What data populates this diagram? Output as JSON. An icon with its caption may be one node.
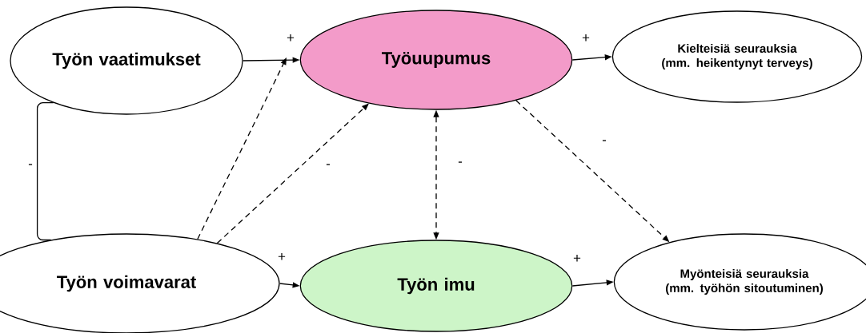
{
  "diagram": {
    "nodes": [
      {
        "text": [
          "Työn vaatimukset"
        ]
      },
      {
        "text": [
          "Työuupumus"
        ]
      },
      {
        "text": [
          "Kielteisiä seurauksia (mm. heikentynyt terveys)"
        ]
      },
      {
        "text": [
          "Työn voimavarat"
        ]
      },
      {
        "text": [
          "Työn imu"
        ]
      },
      {
        "text": [
          "Myönteisiä seurauksia (mm. työhön sitoutuminen)"
        ]
      }
    ],
    "edges": [
      {
        "from": 0,
        "to": 1,
        "arrow": "to",
        "label": "+"
      },
      {
        "from": 1,
        "to": 2,
        "arrow": "to",
        "label": "+"
      },
      {
        "from": 3,
        "to": 4,
        "arrow": "to",
        "label": "+"
      },
      {
        "from": 4,
        "to": 5,
        "arrow": "to",
        "label": "+"
      },
      {
        "from": 0,
        "to": 3,
        "arrow": "none",
        "label": "-"
      },
      {
        "from": 3,
        "to": null,
        "arrow": "to",
        "style": "dashed"
      },
      {
        "from": 3,
        "to": 1,
        "arrow": "to",
        "style": "dashed",
        "label": "-"
      },
      {
        "from": 1,
        "to": 4,
        "arrow": "both",
        "style": "dashed",
        "label": "-"
      },
      {
        "from": 1,
        "to": 5,
        "arrow": "to",
        "style": "dashed",
        "label": "-"
      }
    ]
  }
}
